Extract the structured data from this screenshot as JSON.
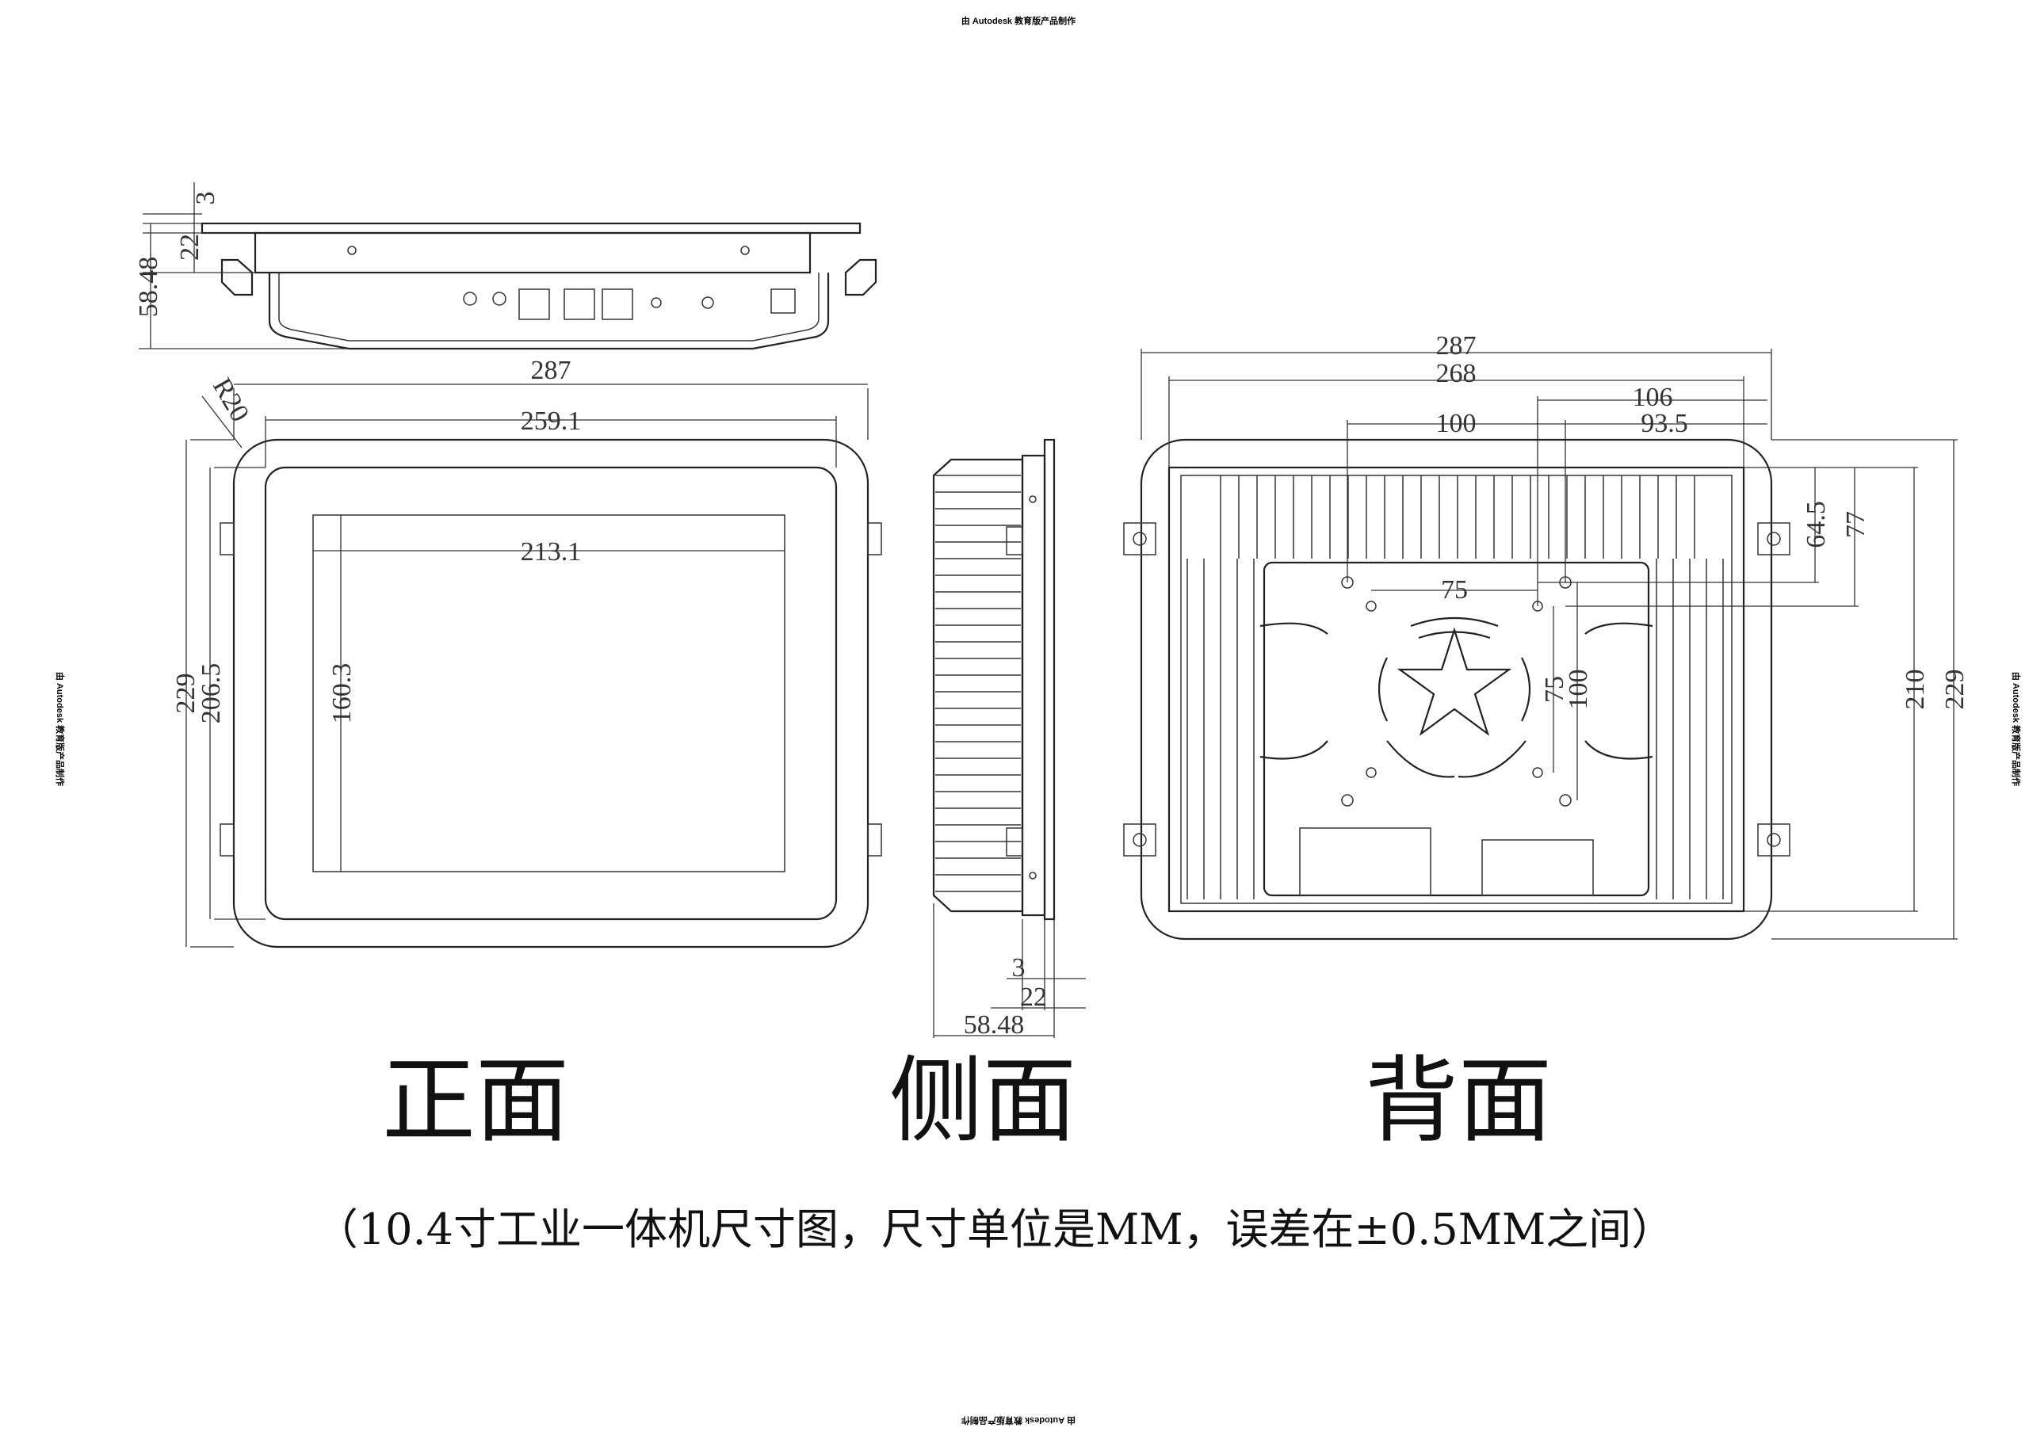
{
  "watermark": "由 Autodesk 教育版产品制作",
  "views": {
    "front": "正面",
    "side": "侧面",
    "back": "背面"
  },
  "caption": "（10.4寸工业一体机尺寸图，尺寸单位是MM，误差在±0.5MM之间）",
  "top_view_dims": {
    "d1": "3",
    "d2": "22",
    "d3": "58.48"
  },
  "front_dims": {
    "radius": "R20",
    "outer_w": "287",
    "inner_w": "259.1",
    "screen_w": "213.1",
    "outer_h": "229",
    "inner_h": "206.5",
    "screen_h": "160.3"
  },
  "side_dims": {
    "d1": "3",
    "d2": "22",
    "d3": "58.48"
  },
  "back_dims": {
    "w1": "287",
    "w2": "268",
    "w3": "106",
    "w4": "100",
    "w5": "93.5",
    "vesa_w": "75",
    "vesa_h": "75",
    "vesa_h2": "100",
    "h1": "64.5",
    "h2": "77",
    "h3": "210",
    "h4": "229"
  }
}
